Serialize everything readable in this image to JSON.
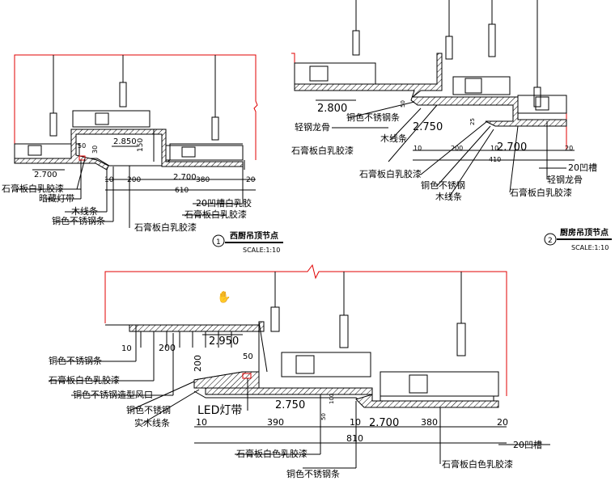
{
  "detail1": {
    "elev_main": "2.850",
    "elev_left": "2.700",
    "elev_right": "2.700",
    "dim_150": "150",
    "dim_50": "50",
    "dim_30": "30",
    "dims": [
      "10",
      "200",
      "380",
      "20"
    ],
    "total": "610",
    "labels": {
      "gypsum_paint": "石膏板白乳胶漆",
      "hidden_light": "暗藏灯带",
      "wood_strip": "木线条",
      "copper_strip": "铜色不锈钢条",
      "groove_gypsum": "20凹槽白乳胶",
      "gypsum_paint2": "石膏板白乳胶漆",
      "gypsum_paint3": "石膏板白乳胶漆"
    },
    "title": "西厨吊顶节点",
    "number": "1",
    "scale": "SCALE:1:10"
  },
  "detail2": {
    "elev_a": "2.800",
    "elev_b": "2.750",
    "elev_c": "2.700",
    "dim_50": "50",
    "dim_25": "25",
    "dims": [
      "10",
      "200",
      "10",
      "20"
    ],
    "total": "410",
    "labels": {
      "light_keel": "轻钢龙骨",
      "copper_ss": "铜色不锈钢条",
      "wood_strip": "木线条",
      "gypsum_paint": "石膏板白乳胶漆",
      "gypsum_paint2": "石膏板白乳胶漆",
      "copper_steel": "铜色不锈钢",
      "wood_strip2": "木线条",
      "groove": "20凹槽",
      "light_keel2": "轻钢龙骨",
      "gypsum_paint3": "石膏板白乳胶漆"
    },
    "title": "厨房吊顶节点",
    "number": "2",
    "scale": "SCALE:1:10"
  },
  "detail3": {
    "elev_a": "2.950",
    "elev_b": "2.750",
    "elev_c": "2.700",
    "dim_200v": "200",
    "dim_50": "50",
    "dim_10": "10",
    "dim_200": "200",
    "dim_100": "100",
    "dim_50b": "50",
    "dims": [
      "10",
      "390",
      "10",
      "380",
      "20"
    ],
    "total": "810",
    "labels": {
      "copper_strip": "铜色不锈钢条",
      "gypsum_paint": "石膏板白色乳胶漆",
      "vent": "铜色不锈钢造型风口",
      "copper_steel": "铜色不锈钢",
      "solid_wood": "实木线条",
      "led": "LED灯带",
      "gypsum_paint2": "石膏板白色乳胶漆",
      "copper_strip2": "铜色不锈钢条",
      "groove": "20凹槽",
      "gypsum_paint3": "石膏板白色乳胶漆"
    }
  },
  "colors": {
    "line": "#000000",
    "red": "#e00000",
    "fill": "#d8d8d8"
  }
}
